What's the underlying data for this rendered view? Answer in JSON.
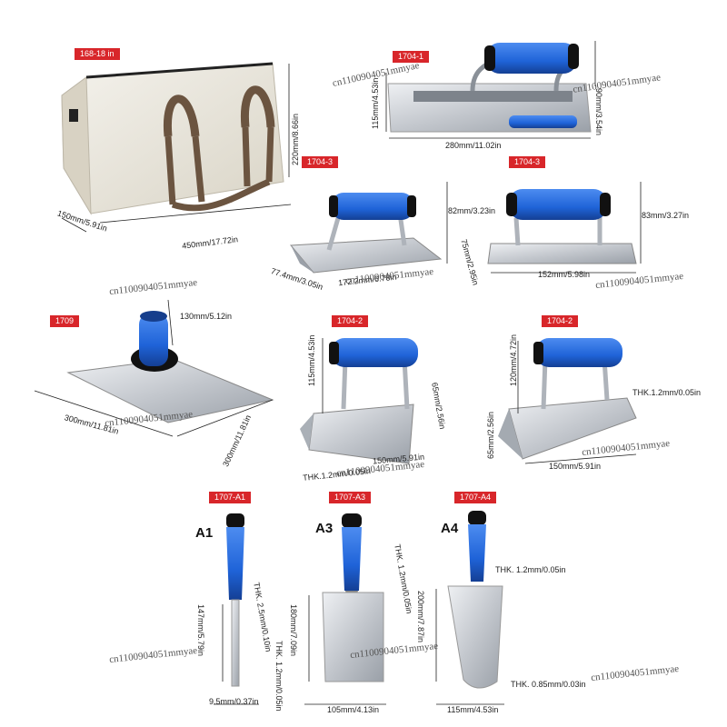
{
  "tags": {
    "bag": "168-18 in",
    "trowel_big": "1704-1",
    "edger_left": "1704-3",
    "edger_right": "1704-3",
    "hawk": "1709",
    "corner_left": "1704-2",
    "corner_right": "1704-2",
    "a1": "1707-A1",
    "a3": "1707-A3",
    "a4": "1707-A4"
  },
  "letters": {
    "a1": "A1",
    "a3": "A3",
    "a4": "A4"
  },
  "dims": {
    "bag_h": "220mm/8.66in",
    "bag_w": "150mm/5.91in",
    "bag_l": "450mm/17.72in",
    "trowel_h1": "115mm/4.53in",
    "trowel_h2": "90mm/3.54in",
    "trowel_l": "280mm/11.02in",
    "edger_l_h": "82mm/3.23in",
    "edger_l_w": "77.4mm/3.05in",
    "edger_l_l": "172.2mm/6.78in",
    "edger_r_h": "83mm/3.27in",
    "edger_r_w": "75mm/2.95in",
    "edger_r_l": "152mm/5.98in",
    "hawk_handle": "130mm/5.12in",
    "hawk_w": "300mm/11.81in",
    "hawk_l": "300mm/11.81in",
    "corner_l_h": "115mm/4.53in",
    "corner_l_side": "65mm/2.56in",
    "corner_l_w": "150mm/5.91in",
    "corner_l_thk": "THK.1.2mm/0.05in",
    "corner_r_h": "120mm/4.72in",
    "corner_r_side": "65mm/2.56in",
    "corner_r_w": "150mm/5.91in",
    "corner_r_thk": "THK.1.2mm/0.05in",
    "a1_thk1": "THK. 2.5mm/0.10in",
    "a1_len": "147mm/5.79in",
    "a1_thk2": "THK. 1.2mm/0.05in",
    "a1_w": "9.5mm/0.37in",
    "a3_thk": "THK. 1.2mm/0.05in",
    "a3_len": "180mm/7.09in",
    "a3_w": "105mm/4.13in",
    "a4_thk1": "THK. 1.2mm/0.05in",
    "a4_len": "200mm/7.87in",
    "a4_thk2": "THK. 0.85mm/0.03in",
    "a4_w": "115mm/4.53in"
  },
  "watermark": "cn1100904051mmyae",
  "colors": {
    "tag": "#d8262a",
    "handle": "#1f63d8",
    "steel": "#c9ccd1",
    "bag": "#ebe7dc",
    "strap": "#6b5440"
  }
}
